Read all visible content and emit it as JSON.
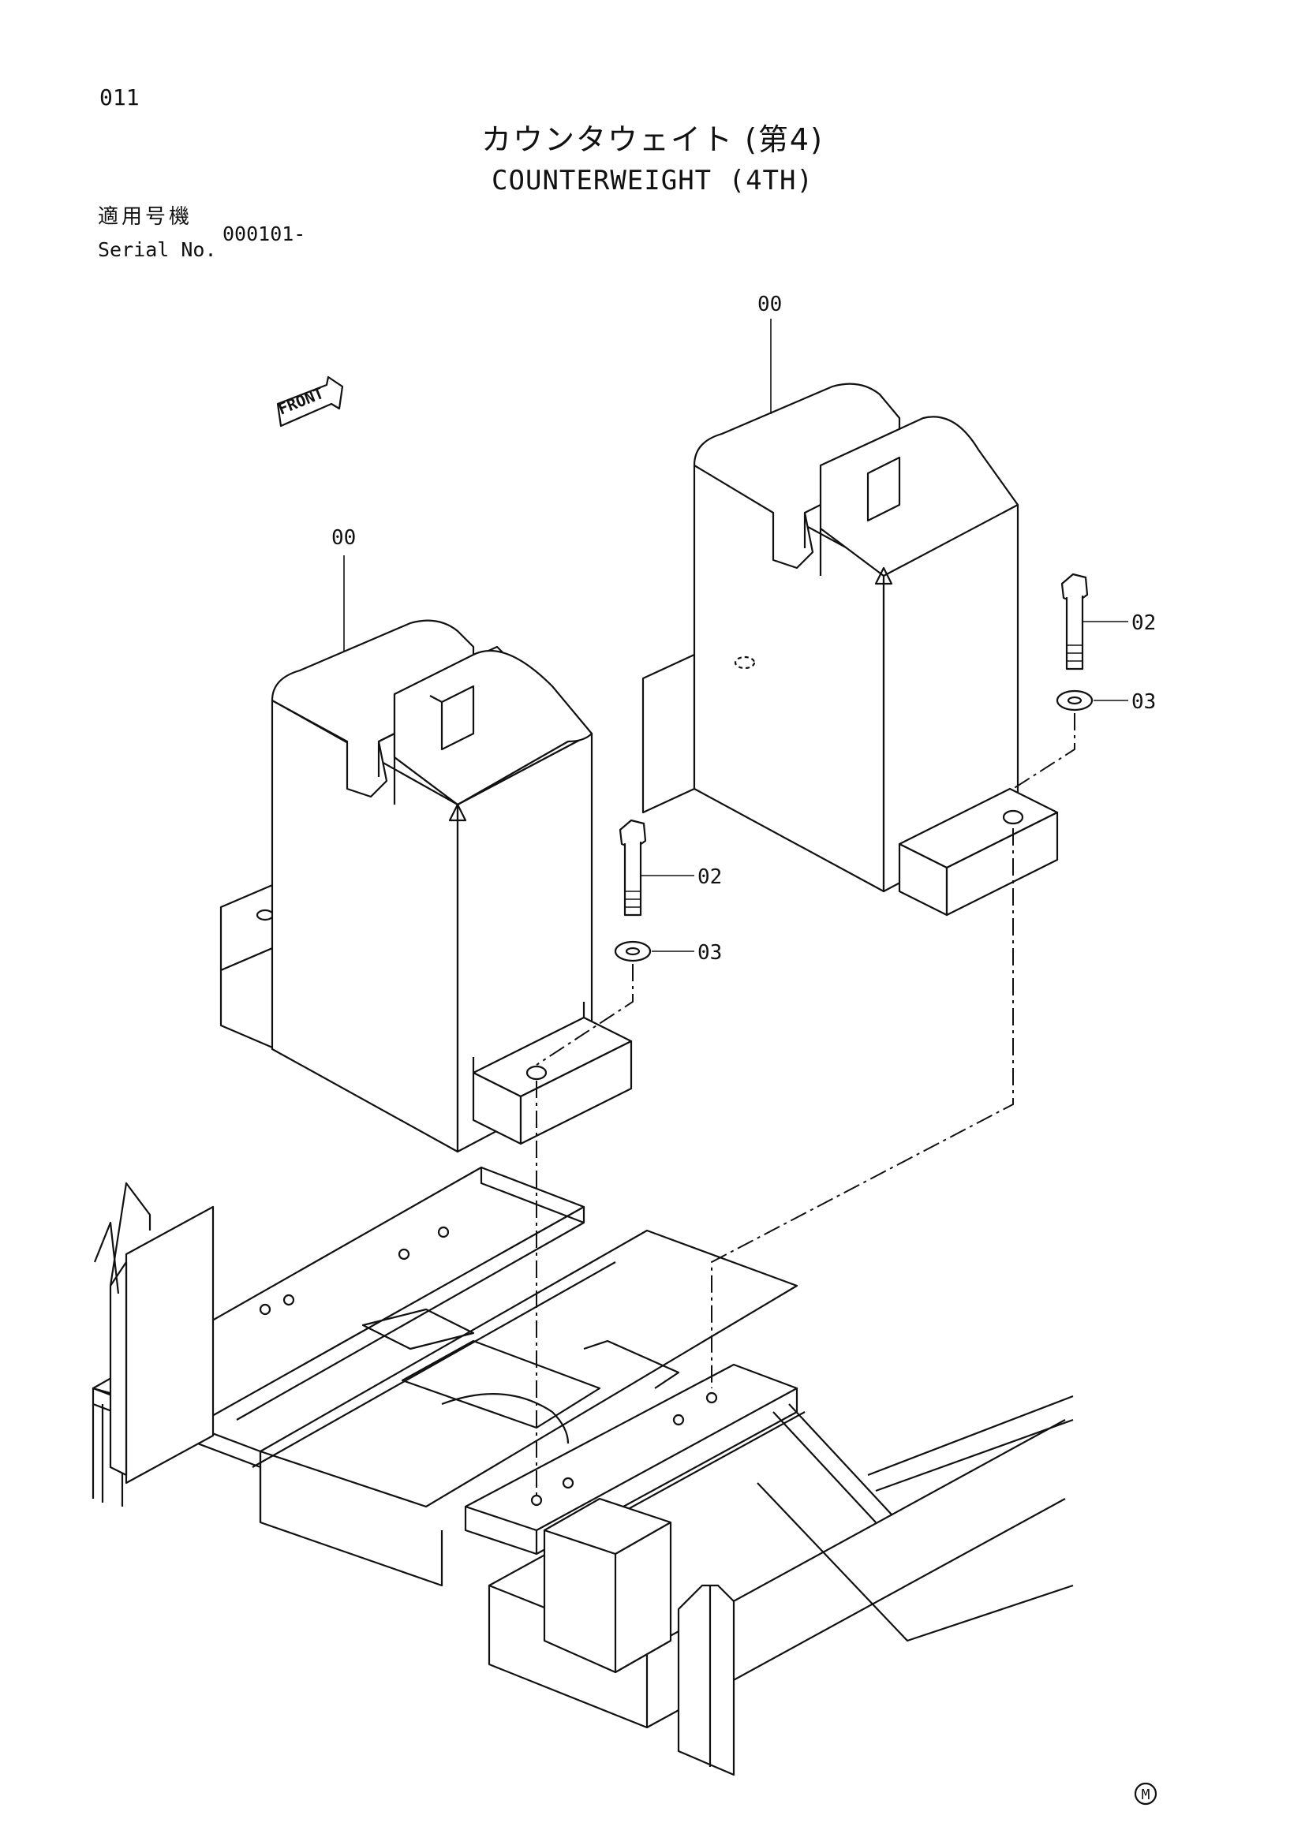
{
  "page": {
    "number": "011",
    "title_jp": "カウンタウェイト (第4)",
    "title_en": "COUNTERWEIGHT (4TH)"
  },
  "serial": {
    "label_jp": "適用号機",
    "label_en": "Serial No.",
    "value": "000101-"
  },
  "diagram": {
    "front_label": "FRONT",
    "callouts": [
      {
        "id": "counterweight-left",
        "label": "00"
      },
      {
        "id": "counterweight-right",
        "label": "00"
      },
      {
        "id": "bolt-left",
        "label": "02"
      },
      {
        "id": "washer-left",
        "label": "03"
      },
      {
        "id": "bolt-right",
        "label": "02"
      },
      {
        "id": "washer-right",
        "label": "03"
      }
    ],
    "mark": "M"
  }
}
